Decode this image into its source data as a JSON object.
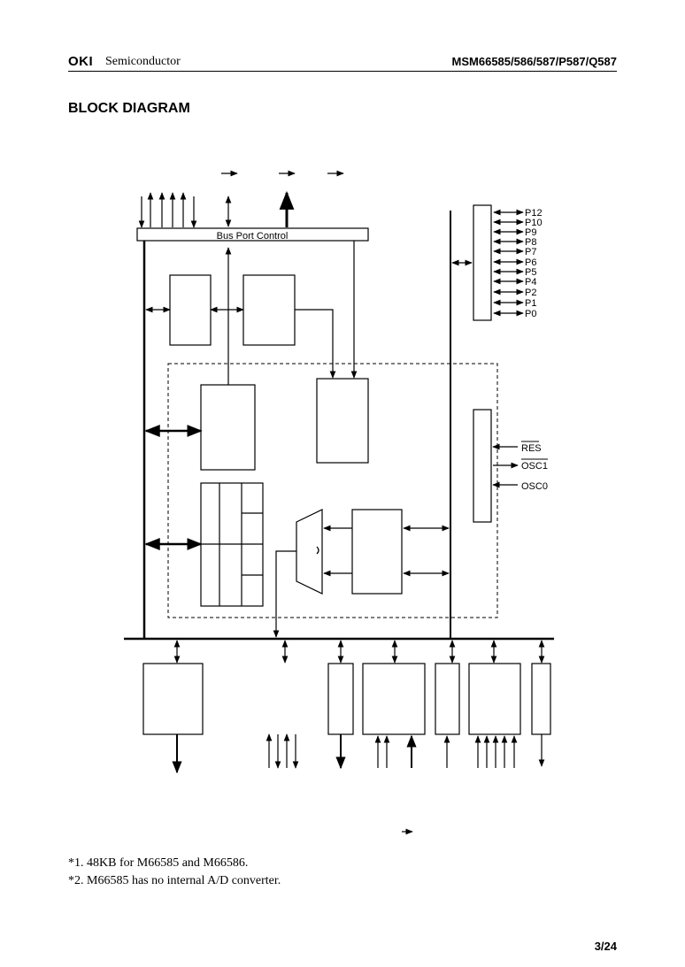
{
  "header": {
    "logo": "OKI",
    "company": "Semiconductor",
    "part_numbers": "MSM66585/586/587/P587/Q587"
  },
  "section_title": "BLOCK DIAGRAM",
  "diagram": {
    "bus_label": "Bus Port Control",
    "port_pins": [
      "P12",
      "P10",
      "P9",
      "P8",
      "P7",
      "P6",
      "P5",
      "P4",
      "P2",
      "P1",
      "P0"
    ],
    "control_pins": [
      "RES",
      "OSC1",
      "OSC0"
    ]
  },
  "notes": [
    "*1. 48KB for M66585 and M66586.",
    "*2. M66585 has no internal A/D converter."
  ],
  "page_number": "3/24"
}
